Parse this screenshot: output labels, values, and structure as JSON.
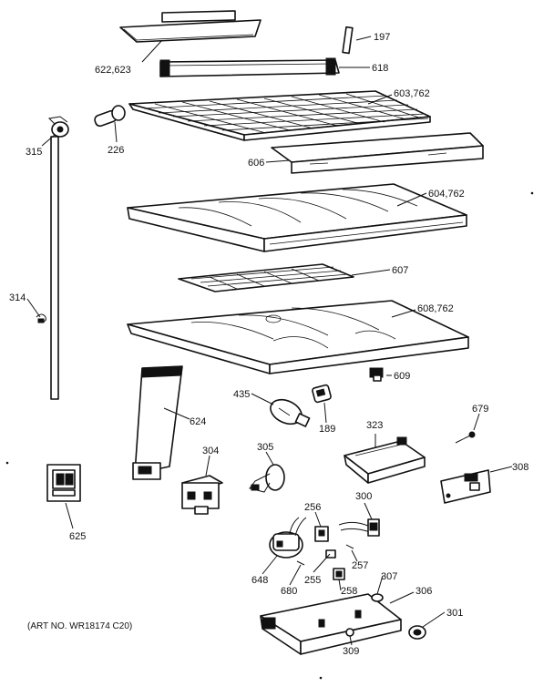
{
  "labels": {
    "p197": "197",
    "p618": "618",
    "p622": "622,623",
    "p603": "603,762",
    "p315": "315",
    "p226": "226",
    "p606": "606",
    "p604": "604,762",
    "p607": "607",
    "p314": "314",
    "p608": "608,762",
    "p609": "609",
    "p435": "435",
    "p624": "624",
    "p189": "189",
    "p679": "679",
    "p323": "323",
    "p304": "304",
    "p305": "305",
    "p308": "308",
    "p625": "625",
    "p256": "256",
    "p300": "300",
    "p257": "257",
    "p255": "255",
    "p648": "648",
    "p680": "680",
    "p258": "258",
    "p307": "307",
    "p306": "306",
    "p301": "301",
    "p309": "309"
  },
  "art_no": "(ART NO. WR18174 C20)"
}
